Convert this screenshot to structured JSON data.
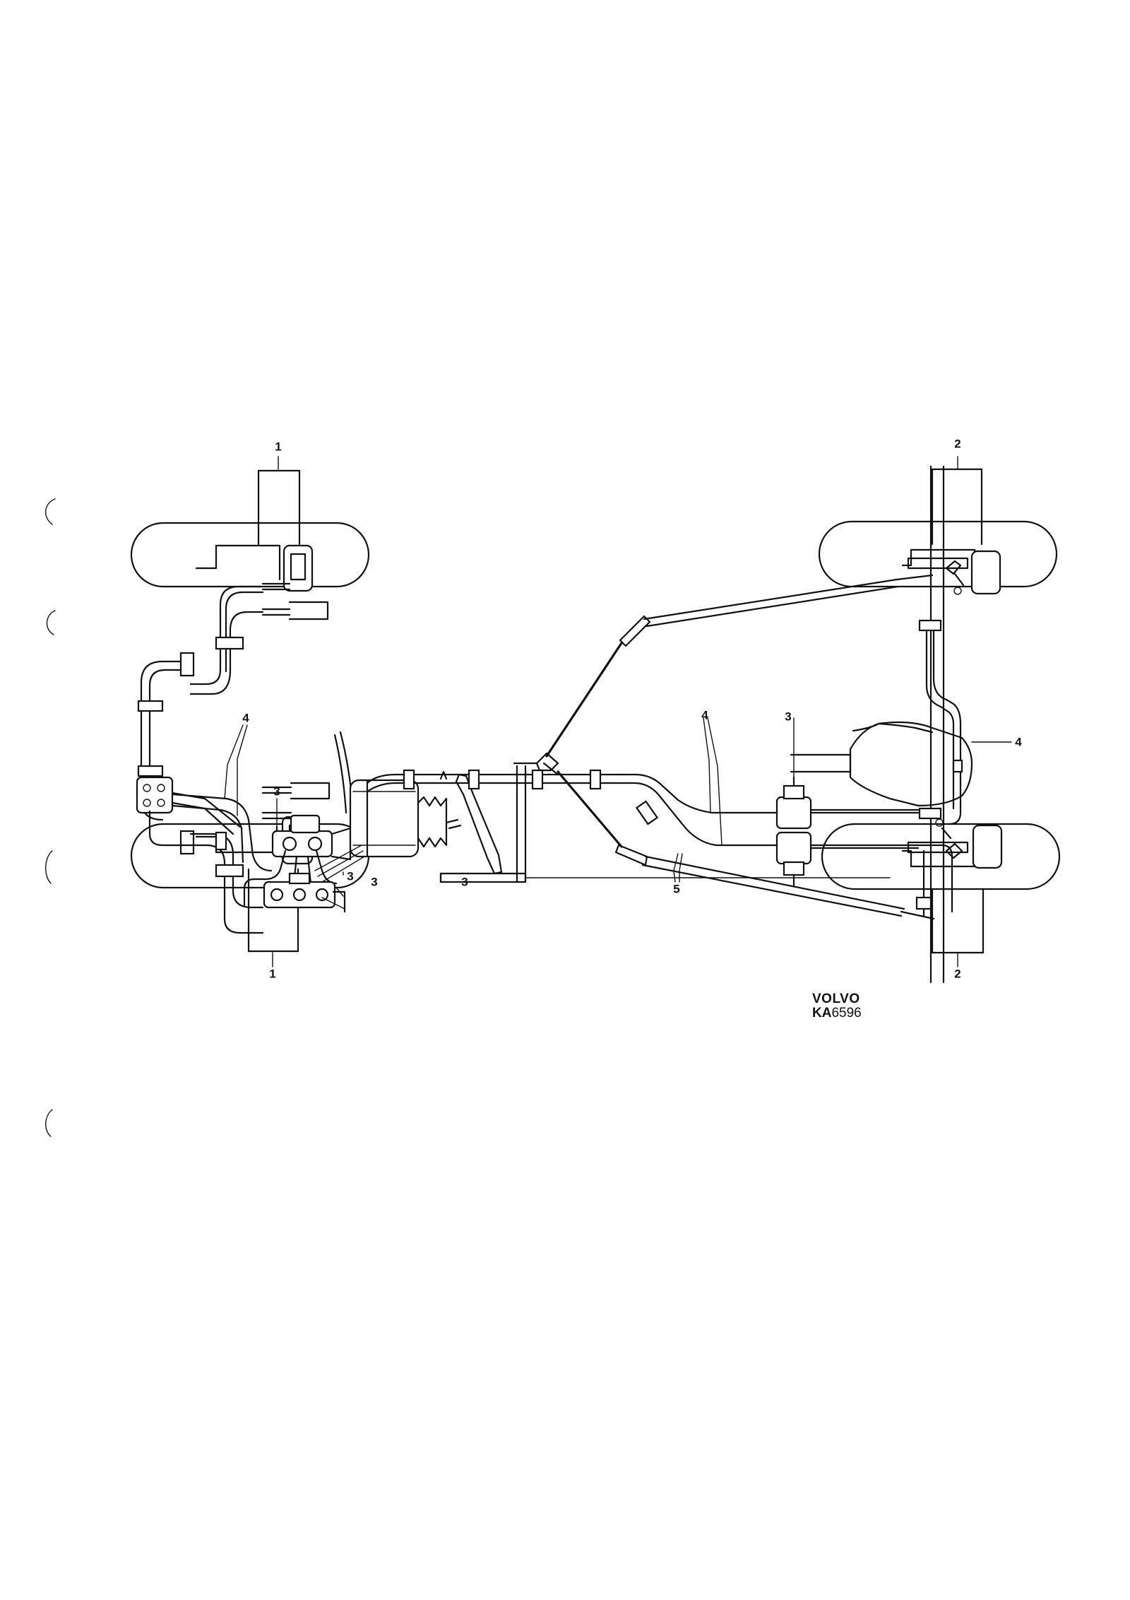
{
  "callouts": [
    {
      "id": "c1a",
      "text": "1"
    },
    {
      "id": "c1b",
      "text": "1"
    },
    {
      "id": "c2a",
      "text": "2"
    },
    {
      "id": "c2b",
      "text": "2"
    },
    {
      "id": "c3a",
      "text": "3"
    },
    {
      "id": "c3b",
      "text": "3"
    },
    {
      "id": "c3c",
      "text": "3"
    },
    {
      "id": "c3d",
      "text": "3"
    },
    {
      "id": "c3e",
      "text": "3"
    },
    {
      "id": "c4a",
      "text": "4"
    },
    {
      "id": "c4b",
      "text": "4"
    },
    {
      "id": "c4c",
      "text": "4"
    },
    {
      "id": "c5",
      "text": "5"
    }
  ],
  "brand": {
    "name": "VOLVO",
    "code_prefix": "KA",
    "code_number": "6596"
  }
}
